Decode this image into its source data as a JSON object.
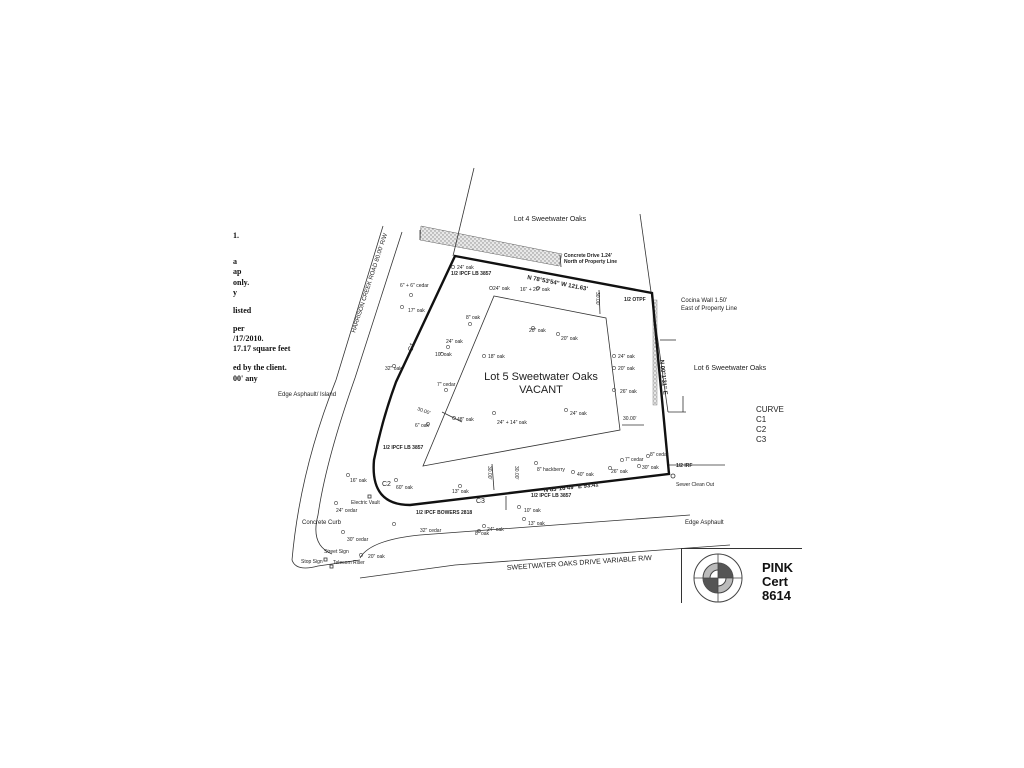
{
  "lot": {
    "title": "Lot 5 Sweetwater Oaks",
    "status": "VACANT"
  },
  "neighbors": {
    "north": "Lot 4 Sweetwater Oaks",
    "east": "Lot 6 Sweetwater Oaks"
  },
  "roads": {
    "west": "HARRISON CREEK ROAD 80.00' R/W",
    "south": "SWEETWATER OAKS DRIVE VARIABLE R/W"
  },
  "bearings": {
    "north": "N 78°53'54\" W 121.63'",
    "south": "N 83°16'49\" E 93.41'",
    "east": "N 00°1'31\" E"
  },
  "monuments": {
    "nw": "1/2 IPCF LB 3857",
    "ne": "1/2 OTPF",
    "se": "1/2 IRF",
    "sw": "1/2 IPCF LB 3857",
    "s": "1/2 IPCF LB 3857",
    "bowers": "1/2 IPCF BOWERS 2818"
  },
  "notes": {
    "concrete_drive_1": "Concrete Drive 1.24'",
    "concrete_drive_2": "North of Property Line",
    "coquina_wall_1": "Cocina Wall 1.50'",
    "coquina_wall_2": "East of Property Line",
    "edge_asphalt_island": "Edge Asphault/ Island",
    "edge_asphalt": "Edge Asphault",
    "concrete_curb": "Concrete Curb",
    "electric_vault": "Electric Vault",
    "street_sign": "Street Sign",
    "stop_sign": "Stop Sign",
    "telecom_riser": "Telecom Riser",
    "sewer_cleanout": "Sewer Clean Out"
  },
  "setbacks": {
    "north": "30.00'",
    "west": "30.00'",
    "east": "30.00'",
    "south_a": "30.00'",
    "south_b": "30.00'"
  },
  "curves": {
    "c1": "C1",
    "c2": "C2",
    "c3": "C3"
  },
  "trees": {
    "t01": "24\" oak",
    "t02": "6\" + 6\" cedar",
    "t03": "17\" oak",
    "t04": "32\" oak",
    "t05": "24\" oak",
    "t06": "16\" + 20\" oak",
    "t07": "8\" oak",
    "t08": "20\" oak",
    "t09": "20\" oak",
    "t10": "24\" oak",
    "t11": "10\" oak",
    "t12": "18\" oak",
    "t13": "24\" oak",
    "t14": "20\" oak",
    "t15": "7\" cedar",
    "t16": "26\" oak",
    "t17": "6\" oak",
    "t18": "48\" oak",
    "t19": "24\" + 14\" oak",
    "t20": "24\" oak",
    "t21": "8\" cedar",
    "t22": "7\" cedar",
    "t23": "30\" oak",
    "t24": "26\" oak",
    "t25": "8\" hackberry",
    "t26": "40\" oak",
    "t27": "16\" oak",
    "t28": "60\" oak",
    "t29": "13\" oak",
    "t30": "24\" cedar",
    "t31": "10\" oak",
    "t32": "13\" oak",
    "t33": "32\" cedar",
    "t34": "24\" oak",
    "t35": "8\" oak",
    "t36": "30\" cedar",
    "t37": "20\" oak"
  },
  "left_notes": {
    "l1": "1.",
    "l2": "a",
    "l3": "ap",
    "l4": "only.",
    "l5": "y",
    "l6": "listed",
    "l7": "per",
    "l8": "/17/2010.",
    "l9": "17.17 square feet",
    "l10": "ed by the client.",
    "l11": "00' any"
  },
  "curve_table": {
    "header": "CURVE",
    "rows": [
      "C1",
      "C2",
      "C3"
    ]
  },
  "title_block": {
    "line1": "PINK",
    "line2": "Cert",
    "line3": "8614"
  }
}
